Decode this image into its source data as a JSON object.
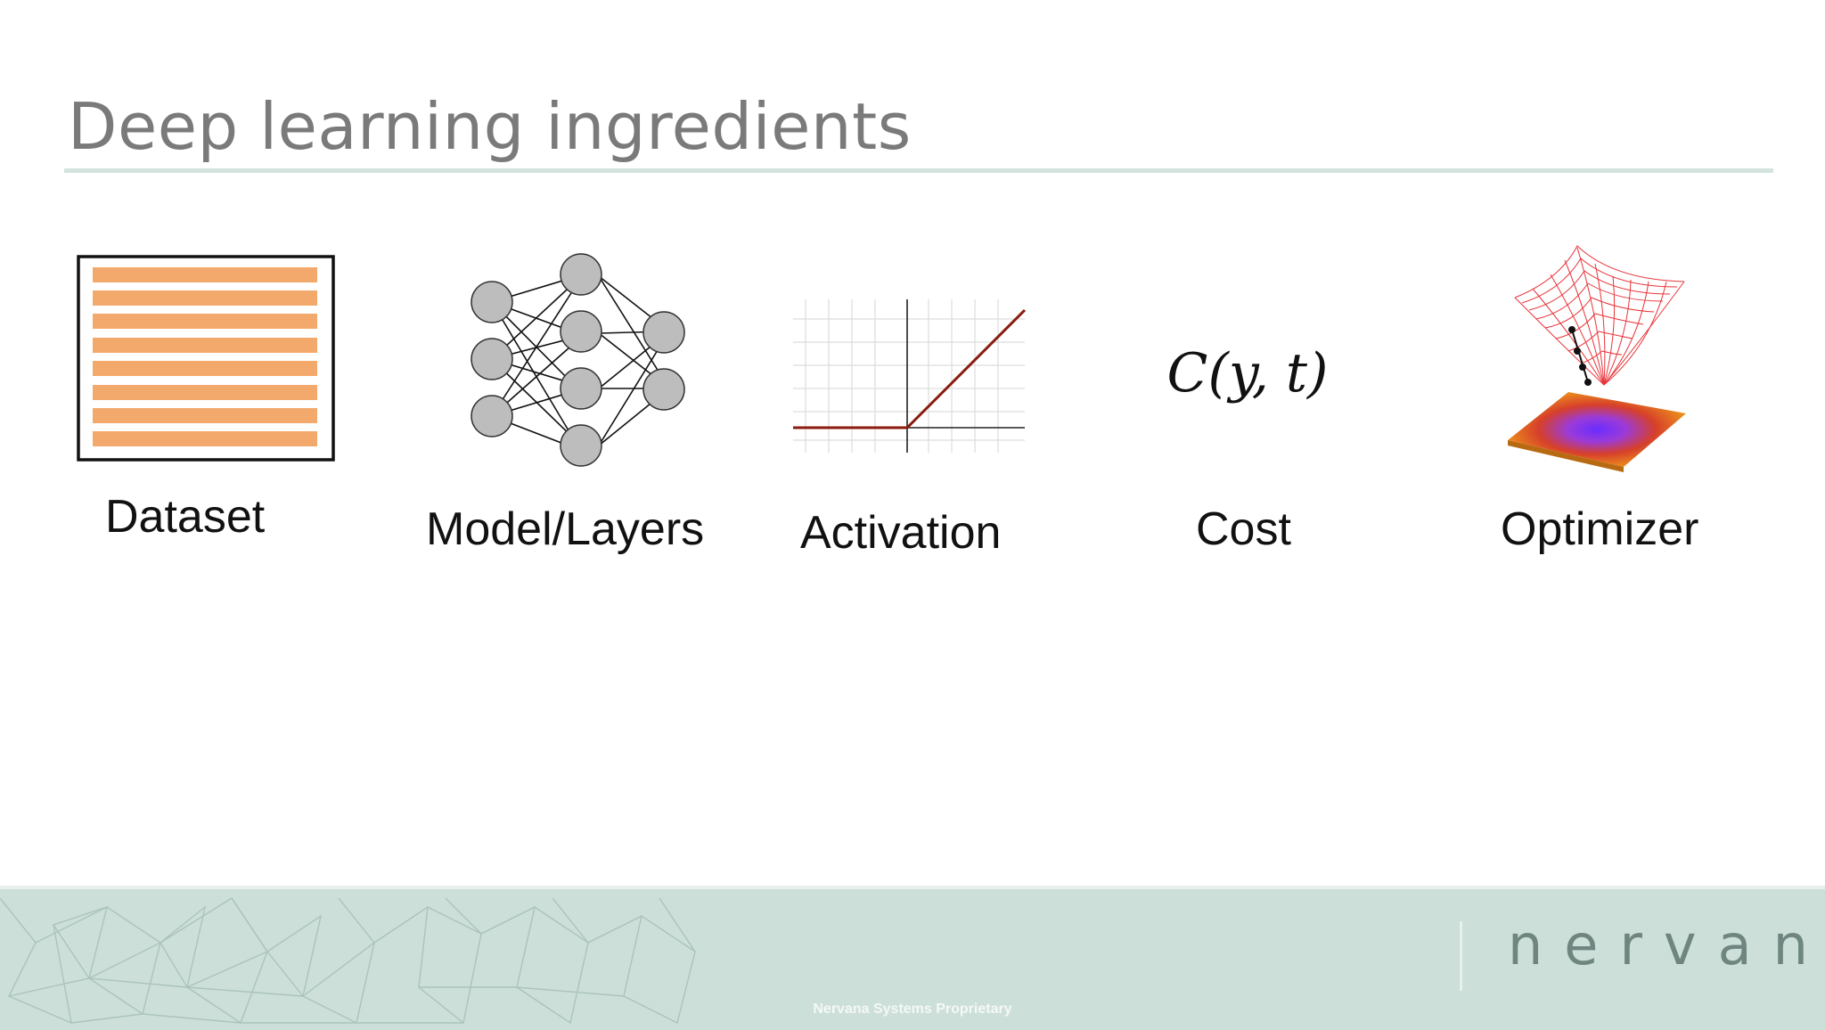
{
  "slide": {
    "title": "Deep learning ingredients"
  },
  "ingredients": [
    {
      "label": "Dataset",
      "icon": "dataset-icon"
    },
    {
      "label": "Model/Layers",
      "icon": "neural-network-icon"
    },
    {
      "label": "Activation",
      "icon": "relu-graph-icon"
    },
    {
      "label": "Cost",
      "icon": "cost-function-icon",
      "formula": "C(y, t)"
    },
    {
      "label": "Optimizer",
      "icon": "loss-surface-icon"
    }
  ],
  "footer": {
    "brand": "nervana",
    "proprietary": "Nervana Systems Proprietary"
  },
  "colors": {
    "title": "#7a7a7a",
    "rule": "#d3e3de",
    "dataset_rows": "#f4a96c",
    "relu": "#8b1a0e",
    "footer_bg": "#cddfd9",
    "brand": "#6f8680"
  }
}
